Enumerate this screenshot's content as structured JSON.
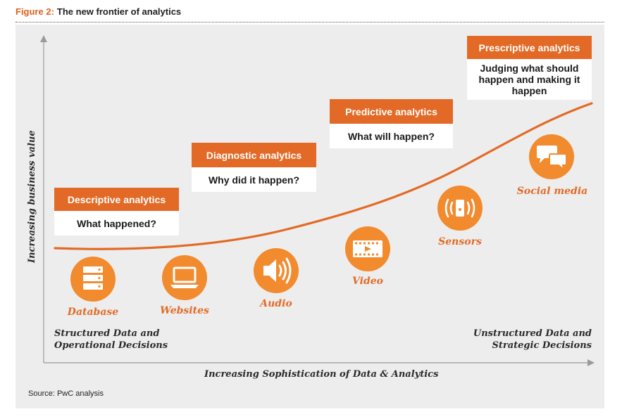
{
  "figure": {
    "number": "Figure 2:",
    "title": "The new frontier of analytics"
  },
  "axes": {
    "y_label": "Increasing business value",
    "x_label": "Increasing Sophistication of Data & Analytics"
  },
  "stages": [
    {
      "title": "Descriptive analytics",
      "question": "What happened?"
    },
    {
      "title": "Diagnostic analytics",
      "question": "Why did it happen?"
    },
    {
      "title": "Predictive analytics",
      "question": "What will happen?"
    },
    {
      "title": "Prescriptive analytics",
      "question": "Judging what should happen and making it happen"
    }
  ],
  "data_sources": [
    {
      "label": "Database",
      "icon": "database-icon"
    },
    {
      "label": "Websites",
      "icon": "laptop-icon"
    },
    {
      "label": "Audio",
      "icon": "speaker-icon"
    },
    {
      "label": "Video",
      "icon": "film-icon"
    },
    {
      "label": "Sensors",
      "icon": "sensor-icon"
    },
    {
      "label": "Social media",
      "icon": "speech-bubbles-icon"
    }
  ],
  "corners": {
    "left": "Structured Data and Operational Decisions",
    "right": "Unstructured Data and Strategic Decisions"
  },
  "source": "Source: PwC analysis",
  "colors": {
    "accent": "#e36a26",
    "icon_circle": "#f28a2e",
    "panel": "#ededed"
  }
}
